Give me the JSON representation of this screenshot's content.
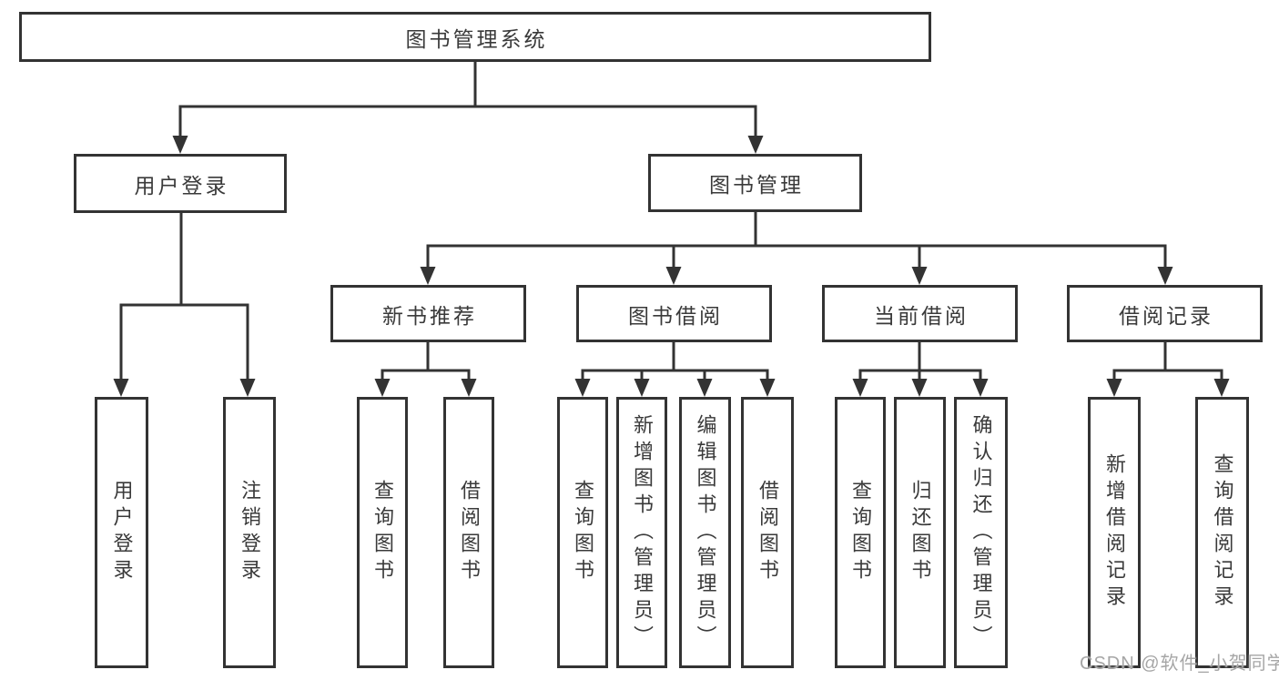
{
  "diagram": {
    "title": "图书管理系统",
    "tree": {
      "label": "图书管理系统",
      "children": [
        {
          "label": "用户登录",
          "children": [
            {
              "label": "用户登录"
            },
            {
              "label": "注销登录"
            }
          ]
        },
        {
          "label": "图书管理",
          "children": [
            {
              "label": "新书推荐",
              "children": [
                {
                  "label": "查询图书"
                },
                {
                  "label": "借阅图书"
                }
              ]
            },
            {
              "label": "图书借阅",
              "children": [
                {
                  "label": "查询图书"
                },
                {
                  "label": "新增图书（管理员）"
                },
                {
                  "label": "编辑图书（管理员）"
                },
                {
                  "label": "借阅图书"
                }
              ]
            },
            {
              "label": "当前借阅",
              "children": [
                {
                  "label": "查询图书"
                },
                {
                  "label": "归还图书"
                },
                {
                  "label": "确认归还（管理员）"
                }
              ]
            },
            {
              "label": "借阅记录",
              "children": [
                {
                  "label": "新增借阅记录"
                },
                {
                  "label": "查询借阅记录"
                }
              ]
            }
          ]
        }
      ]
    },
    "watermark": "CSDN @软件_小贺同学",
    "colors": {
      "line": "#333333",
      "text": "#3a3a3a",
      "watermark": "#a6a6a6",
      "background": "#ffffff"
    }
  }
}
